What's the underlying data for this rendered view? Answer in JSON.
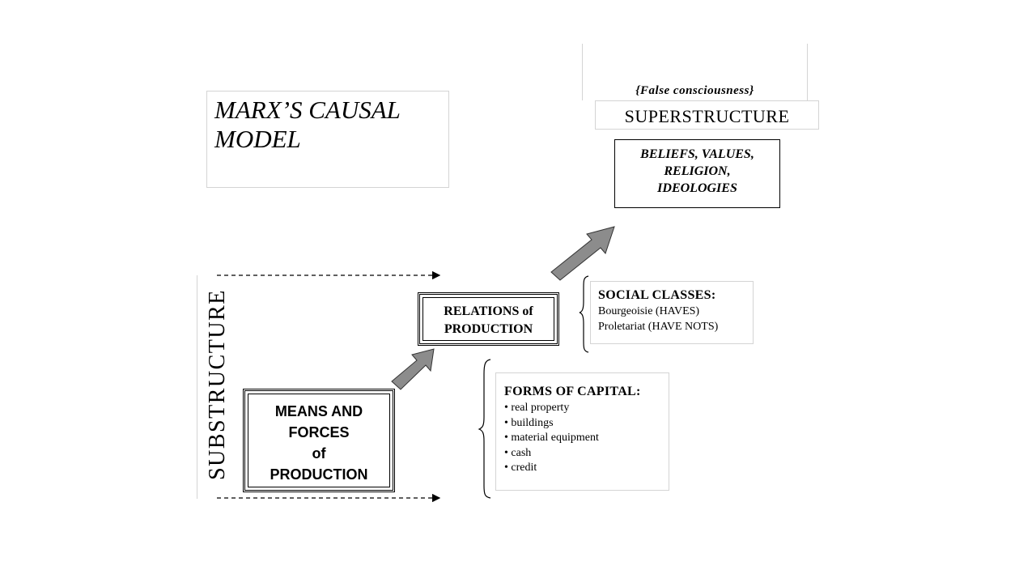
{
  "title": "MARX’S CAUSAL MODEL",
  "superstructure": {
    "false_consciousness": "{False consciousness}",
    "label": "SUPERSTRUCTURE",
    "beliefs": [
      "BELIEFS, VALUES,",
      "RELIGION,",
      "IDEOLOGIES"
    ]
  },
  "relations": [
    "RELATIONS of",
    "PRODUCTION"
  ],
  "means": [
    "MEANS AND",
    "FORCES",
    "of",
    "PRODUCTION"
  ],
  "social_classes": {
    "title": "SOCIAL CLASSES:",
    "items": [
      "Bourgeoisie (HAVES)",
      "Proletariat (HAVE NOTS)"
    ]
  },
  "forms_of_capital": {
    "title": "FORMS OF CAPITAL:",
    "items": [
      "real property",
      "buildings",
      "material equipment",
      "cash",
      "credit"
    ]
  },
  "substructure": "SUBSTRUCTURE",
  "colors": {
    "arrow_fill": "#8c8c8c",
    "box_border": "#d4d4d4"
  }
}
